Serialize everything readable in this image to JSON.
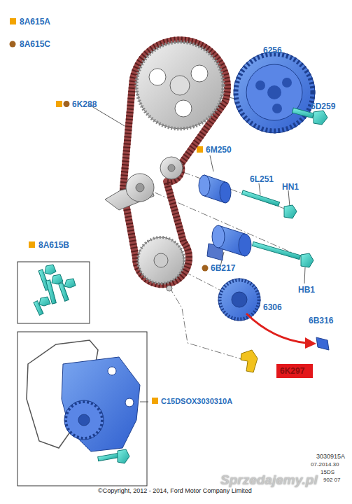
{
  "diagram": {
    "labels": [
      "8A615A",
      "8A615C",
      "6256",
      "6D259",
      "6K288",
      "6M250",
      "6L251",
      "HN1",
      "8A615B",
      "6B217",
      "HB1",
      "6306",
      "6B316",
      "6K297",
      "C15DSOX3030310A",
      "3030915A",
      "07-2014.30",
      "15DS",
      "902 07",
      "©Copyright, 2012 - 2014, Ford Motor Company Limited",
      "Sprzedajemy.pl"
    ]
  }
}
